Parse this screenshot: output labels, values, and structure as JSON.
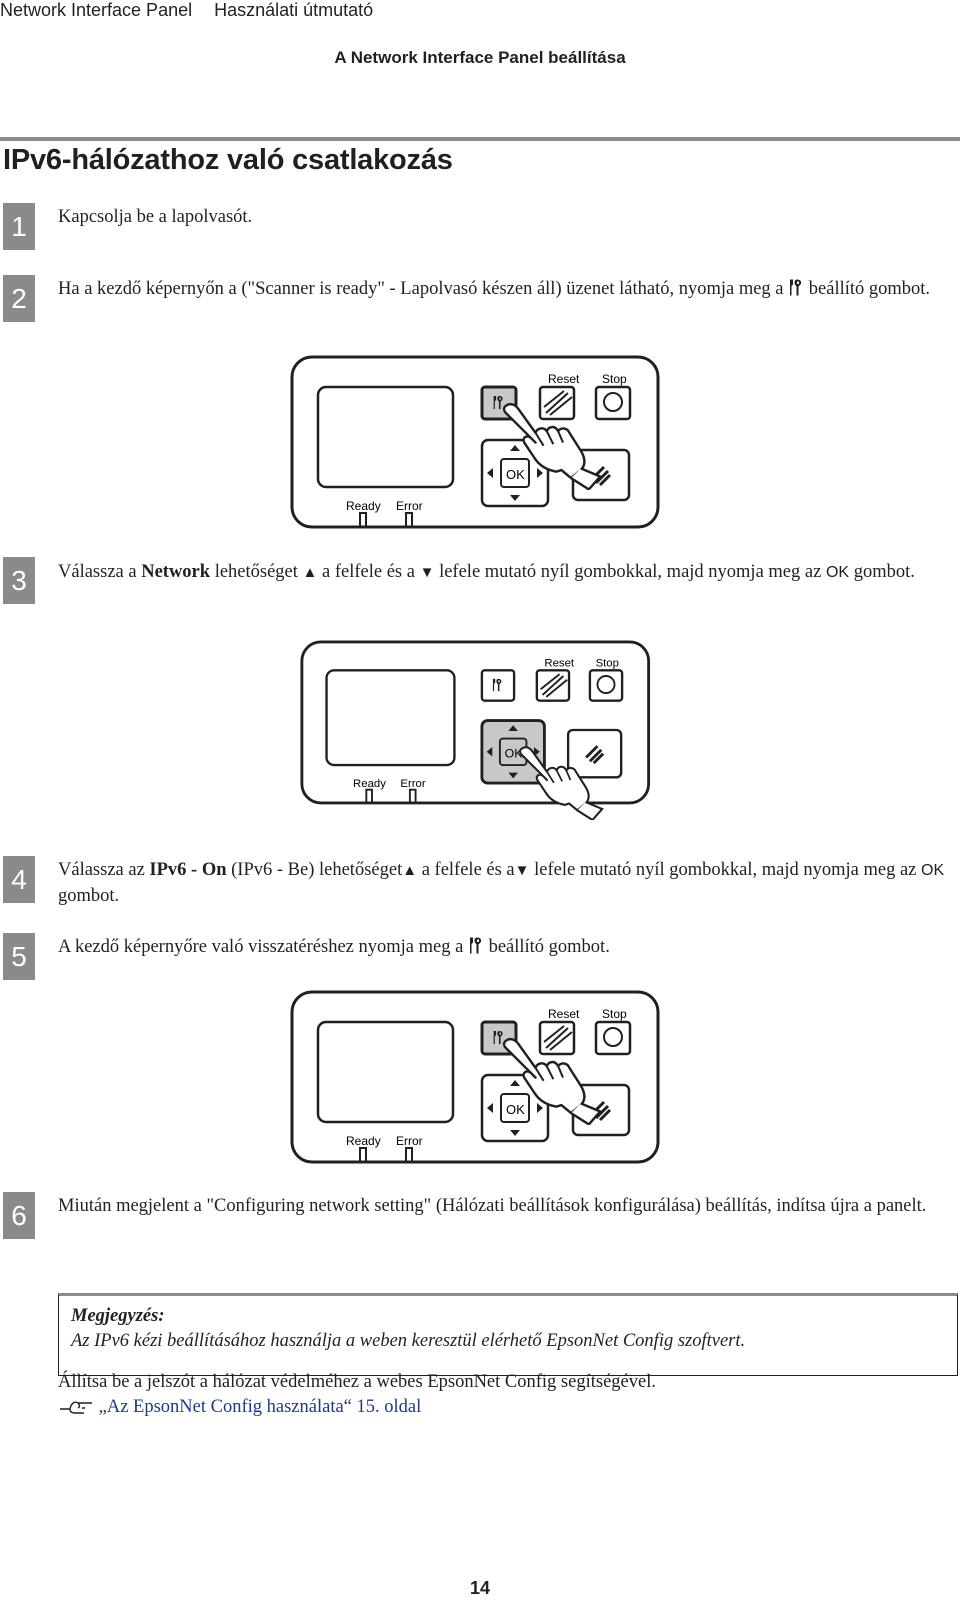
{
  "header": {
    "doc_name": "Network Interface Panel",
    "guide_name": "Használati útmutató",
    "section": "A Network Interface Panel beállítása"
  },
  "title": "IPv6-hálózathoz való csatlakozás",
  "steps": [
    {
      "num": "1",
      "text": "Kapcsolja be a lapolvasót."
    },
    {
      "num": "2",
      "text_a": "Ha a kezdő képernyőn a (\"Scanner is ready\" - Lapolvasó készen áll) üzenet látható, nyomja meg a",
      "text_b": "beállító gombot."
    },
    {
      "num": "3",
      "text_a": "Válassza a",
      "bold": "Network",
      "text_b": "lehetőséget",
      "up": "▲",
      "text_c": "a felfele és a",
      "down": "▼",
      "text_d": "lefele mutató nyíl gombokkal, majd nyomja meg az",
      "ok": "OK",
      "text_e": "gombot."
    },
    {
      "num": "4",
      "text_a": "Válassza az",
      "bold": "IPv6 - On",
      "text_b": "(IPv6 - Be) lehetőséget",
      "up": "▲",
      "text_c": "a felfele és a",
      "down": "▼",
      "text_d": "lefele mutató nyíl gombokkal, majd nyomja meg az",
      "ok": "OK",
      "text_e": "gombot."
    },
    {
      "num": "5",
      "text_a": "A kezdő képernyőre való visszatéréshez nyomja meg a",
      "text_b": "beállító gombot."
    },
    {
      "num": "6",
      "text": "Miután megjelent a \"Configuring network setting\" (Hálózati beállítások konfigurálása) beállítás, indítsa újra a panelt."
    }
  ],
  "panel": {
    "reset": "Reset",
    "stop": "Stop",
    "ok": "OK",
    "ready": "Ready",
    "error": "Error"
  },
  "note": {
    "title": "Megjegyzés:",
    "body": "Az IPv6 kézi beállításához használja a weben keresztül elérhető EpsonNet Config szoftvert."
  },
  "footer_text": "Állítsa be a jelszót a hálózat védelméhez a webes EpsonNet Config segítségével.",
  "link": {
    "text": "„Az EpsonNet Config használata“ 15. oldal",
    "icon": "pointing-hand-icon"
  },
  "page_number": "14"
}
